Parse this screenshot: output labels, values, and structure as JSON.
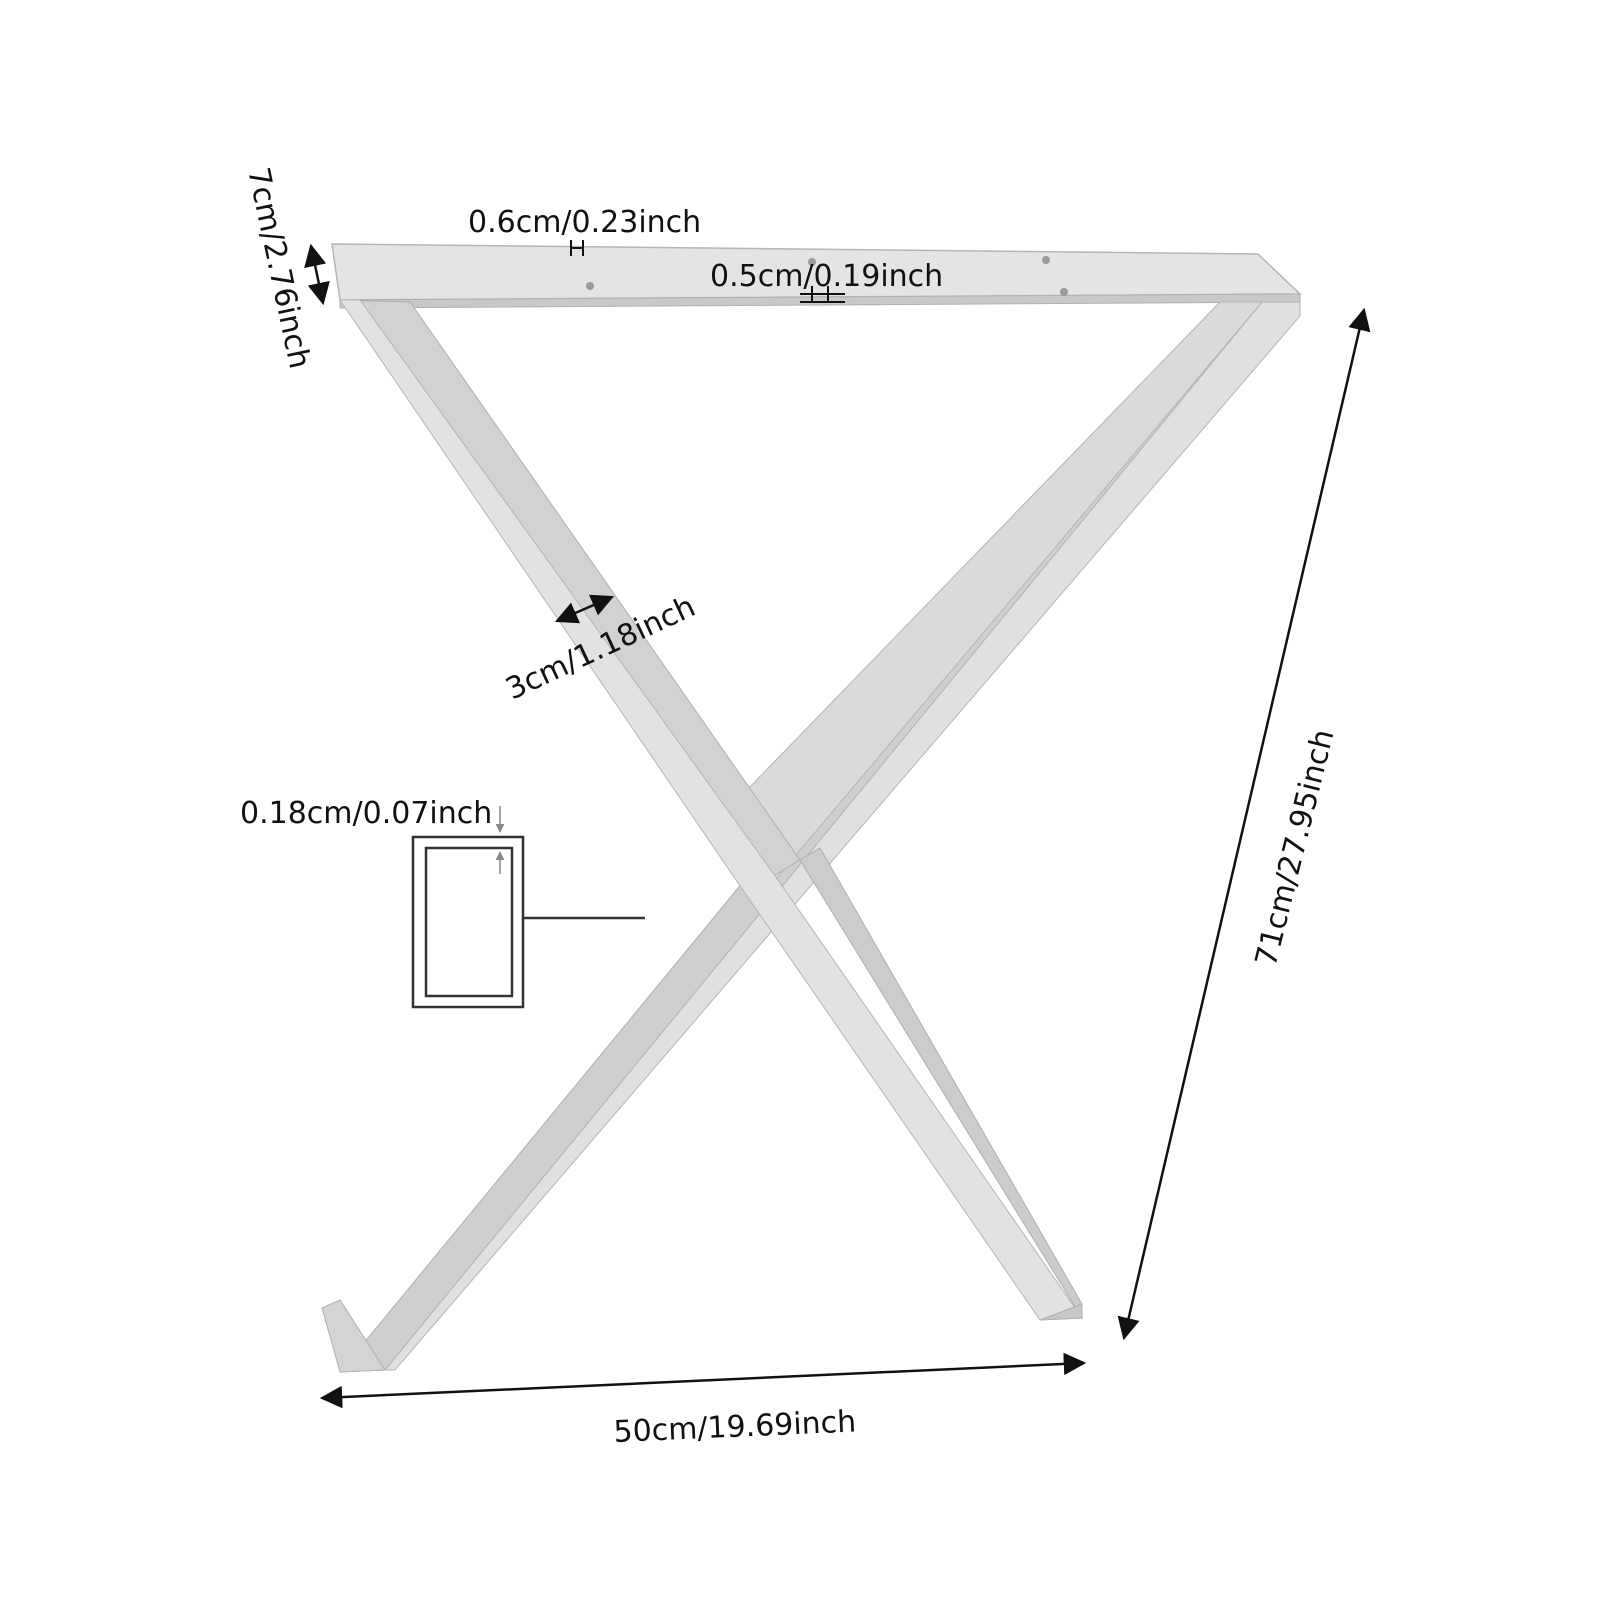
{
  "dimensions": {
    "top_height": "7cm/2.76inch",
    "bolt_hole_diameter": "0.6cm/0.23inch",
    "top_plate_thickness": "0.5cm/0.19inch",
    "tube_width": "3cm/1.18inch",
    "wall_thickness": "0.18cm/0.07inch",
    "overall_height": "71cm/27.95inch",
    "overall_width": "50cm/19.69inch"
  },
  "colors": {
    "metal_face": "#e2e2e2",
    "metal_side": "#cbcbcb",
    "metal_shadow": "#b9b9b9",
    "metal_edge": "#a8a8a8",
    "line": "#111111",
    "background": "#ffffff"
  }
}
